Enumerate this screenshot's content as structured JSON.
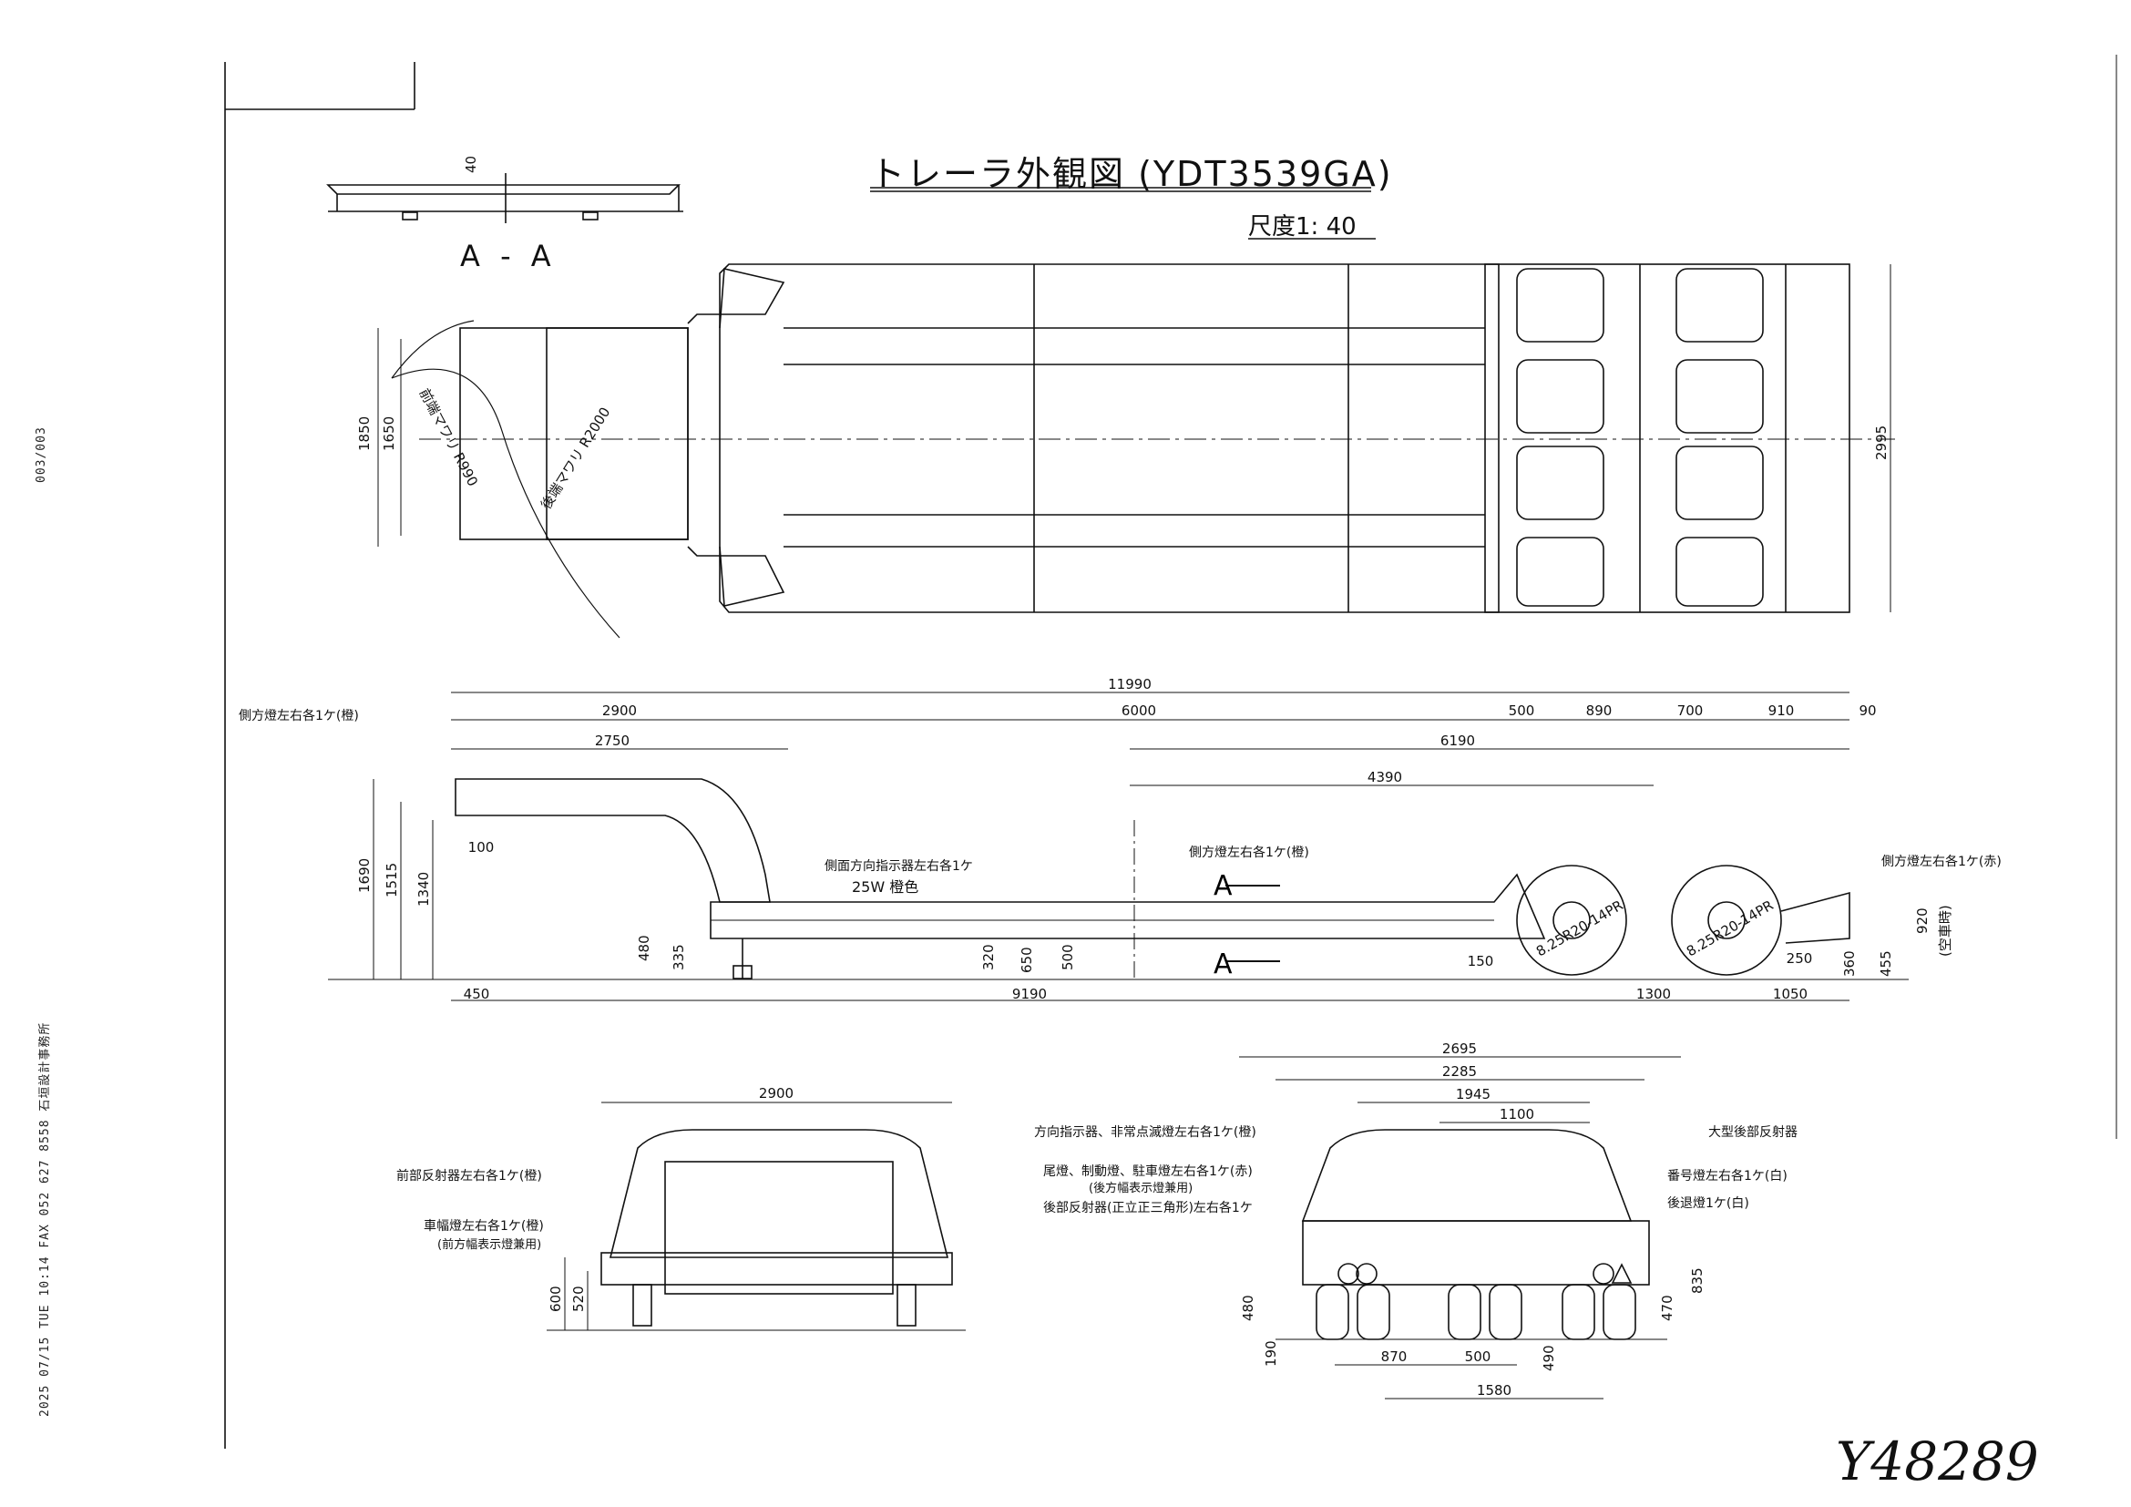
{
  "fax_header": {
    "page": "003/003",
    "sender": "2025 07/15 TUE 10:14  FAX 052 627 8558 石垣設計事務所"
  },
  "drawing": {
    "title": "トレーラ外観図 (YDT3539GA)",
    "scale": "尺度1: 40",
    "section_label": "A - A",
    "handwritten": "Y48289"
  },
  "plan_view": {
    "dims": {
      "d1850": "1850",
      "d1650": "1650",
      "d2995": "2995"
    },
    "radius_labels": {
      "inner": "前端マワリ R990",
      "outer": "後端マワリ R2000"
    }
  },
  "side_view": {
    "dims": {
      "overall": "11990",
      "d2900": "2900",
      "d6000": "6000",
      "d500": "500",
      "d890": "890",
      "d700": "700",
      "d910": "910",
      "d90": "90",
      "d2750": "2750",
      "d6190": "6190",
      "d4390": "4390",
      "d1690": "1690",
      "d1515": "1515",
      "d1340": "1340",
      "d100": "100",
      "d480": "480",
      "d335": "335",
      "d320": "320",
      "d650": "650",
      "d500b": "500",
      "d150": "150",
      "d250": "250",
      "d360": "360",
      "d455": "455",
      "d920": "920",
      "note920": "(空車時)",
      "d450": "450",
      "d9190": "9190",
      "d1300": "1300",
      "d1050": "1050",
      "tire": "8.25R20-14PR"
    },
    "labels": {
      "side_lamp_front": "側方燈左右各1ケ(橙)",
      "turn_lamp": "側面方向指示器左右各1ケ",
      "turn_lamp_sub": "25W 橙色",
      "side_lamp_mid": "側方燈左右各1ケ(橙)",
      "side_lamp_rear": "側方燈左右各1ケ(赤)",
      "section_marker": "A"
    }
  },
  "front_view": {
    "dims": {
      "d2900": "2900",
      "d600": "600",
      "d520": "520"
    },
    "labels": {
      "front_reflector": "前部反射器左右各1ケ(橙)",
      "width_lamp": "車幅燈左右各1ケ(橙)",
      "width_lamp_sub": "(前方幅表示燈兼用)"
    }
  },
  "rear_view": {
    "dims": {
      "d2695": "2695",
      "d2285": "2285",
      "d1945": "1945",
      "d1100": "1100",
      "d480": "480",
      "d190": "190",
      "d870": "870",
      "d500": "500",
      "d490": "490",
      "d1580": "1580",
      "d470": "470",
      "d835": "835"
    },
    "labels": {
      "l1": "方向指示器、非常点滅燈左右各1ケ(橙)",
      "l2": "尾燈、制動燈、駐車燈左右各1ケ(赤)",
      "l2sub": "(後方幅表示燈兼用)",
      "l3": "後部反射器(正立正三角形)左右各1ケ",
      "r1": "大型後部反射器",
      "r2": "番号燈左右各1ケ(白)",
      "r3": "後退燈1ケ(白)"
    }
  }
}
